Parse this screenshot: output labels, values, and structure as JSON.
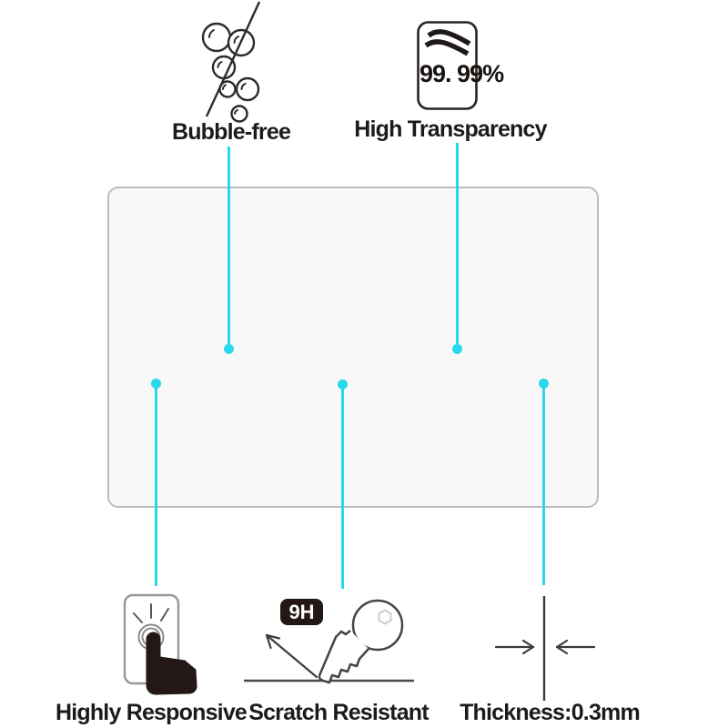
{
  "colors": {
    "accent_cyan": "#29d8ea",
    "ink": "#1b1b1b",
    "hand_fill": "#231815",
    "panel_fill": "#f8f8f8",
    "panel_border": "#bcbcbc"
  },
  "features": [
    {
      "label": "Bubble-free",
      "icon": "bubbles-crossed-icon"
    },
    {
      "label": "High Transparency",
      "icon": "transparency-waves-icon",
      "value": "99. 99%"
    },
    {
      "label": "Highly Responsive",
      "icon": "finger-press-icon"
    },
    {
      "label": "Scratch Resistant",
      "icon": "key-scratch-icon",
      "hardness_badge": "9H"
    },
    {
      "label": "Thickness:0.3mm",
      "icon": "thickness-arrows-icon"
    }
  ]
}
